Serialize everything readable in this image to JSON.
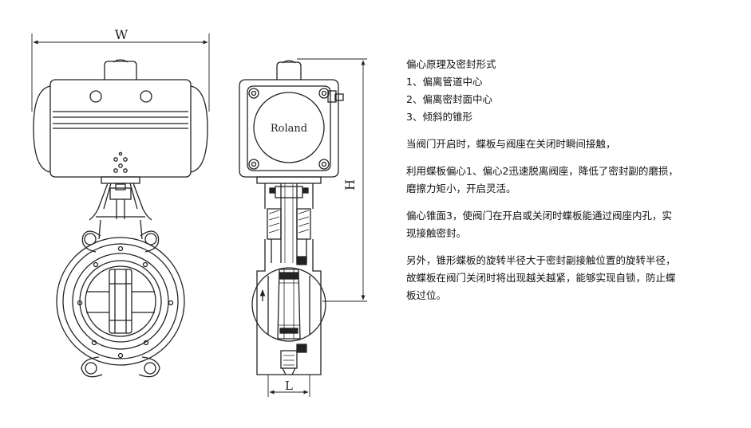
{
  "front_view": {
    "dimension_width_label": "W"
  },
  "side_view": {
    "dimension_height_label": "H",
    "dimension_length_label": "L",
    "brand_label": "Roland",
    "flow_arrow": "arrow-up-icon"
  },
  "notes": {
    "title": "偏心原理及密封形式",
    "items": [
      "1、偏离管道中心",
      "2、偏离密封面中心",
      "3、倾斜的锥形"
    ],
    "paragraphs": [
      {
        "lines": [
          "当阀门开启时，蝶板与阀座在关闭时瞬间接触，"
        ]
      },
      {
        "lines": [
          "利用蝶板偏心1、偏心2迅速脱离阀座，降低了密封副的磨损，",
          "磨擦力矩小，开启灵活。"
        ]
      },
      {
        "lines": [
          "偏心锥面3，使阀门在开启或关闭时蝶板能通过阀座内孔，实",
          "现接触密封。"
        ]
      },
      {
        "lines": [
          "另外，锥形蝶板的旋转半径大于密封副接触位置的旋转半径，",
          "故蝶板在阀门关闭时将出现越关越紧，能够实现自锁，防止蝶",
          "板过位。"
        ]
      }
    ]
  }
}
